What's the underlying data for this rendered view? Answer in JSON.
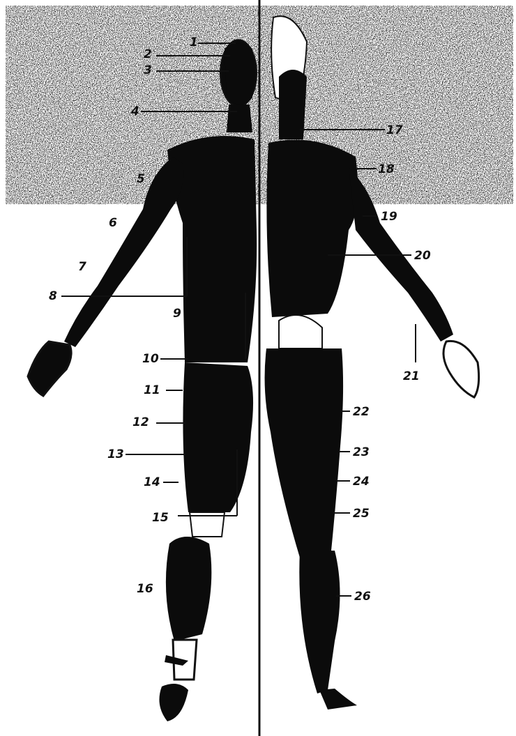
{
  "labels": {
    "l1": "1",
    "l2": "2",
    "l3": "3",
    "l4": "4",
    "l5": "5",
    "l6": "6",
    "l7": "7",
    "l8": "8",
    "l9": "9",
    "l10": "10",
    "l11": "11",
    "l12": "12",
    "l13": "13",
    "l14": "14",
    "l15": "15",
    "l16": "16",
    "l17": "17",
    "l18": "18",
    "l19": "19",
    "l20": "20",
    "l21": "21",
    "l22": "22",
    "l23": "23",
    "l24": "24",
    "l25": "25",
    "l26": "26"
  },
  "colors": {
    "figure": "#0b0b0b",
    "background": "#ffffff",
    "noise": "#1a1a1a"
  }
}
